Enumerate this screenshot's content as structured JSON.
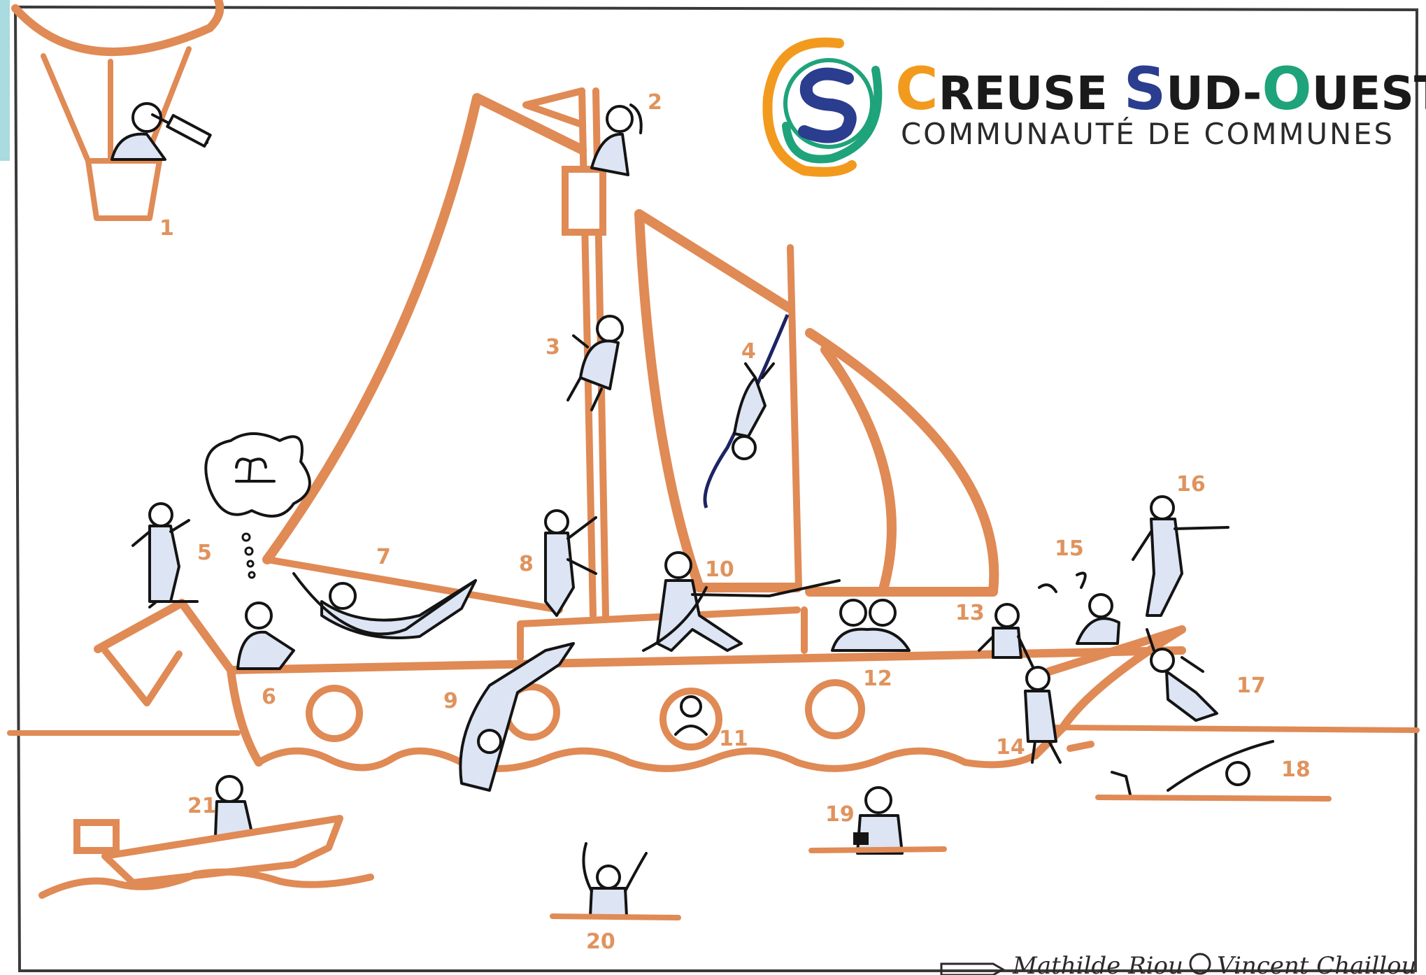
{
  "logo": {
    "title_part1_initial": "C",
    "title_part1_rest": "REUSE ",
    "title_part2_initial": "S",
    "title_part2_rest": "UD-",
    "title_part3_initial": "O",
    "title_part3_rest": "UEST",
    "subtitle": "COMMUNAUTÉ DE COMMUNES",
    "colors": {
      "orange": "#f29a1e",
      "blue": "#2b3d8f",
      "green": "#1fa37a"
    }
  },
  "figure_numbers": [
    "1",
    "2",
    "3",
    "4",
    "5",
    "6",
    "7",
    "8",
    "9",
    "10",
    "11",
    "12",
    "13",
    "14",
    "15",
    "16",
    "17",
    "18",
    "19",
    "20",
    "21"
  ],
  "credits": {
    "author1": "Mathilde Riou",
    "author2": "Vincent Chaillou"
  },
  "colors": {
    "drawing": "#e08a55",
    "ink": "#141414",
    "shade": "#dde4f3",
    "strip": "#a9dbe0"
  },
  "icons": {
    "balloon": "hot-air-balloon-icon",
    "ship": "sailing-ship-icon",
    "island": "palm-island-icon",
    "pencil": "pencil-icon",
    "face": "face-icon"
  }
}
